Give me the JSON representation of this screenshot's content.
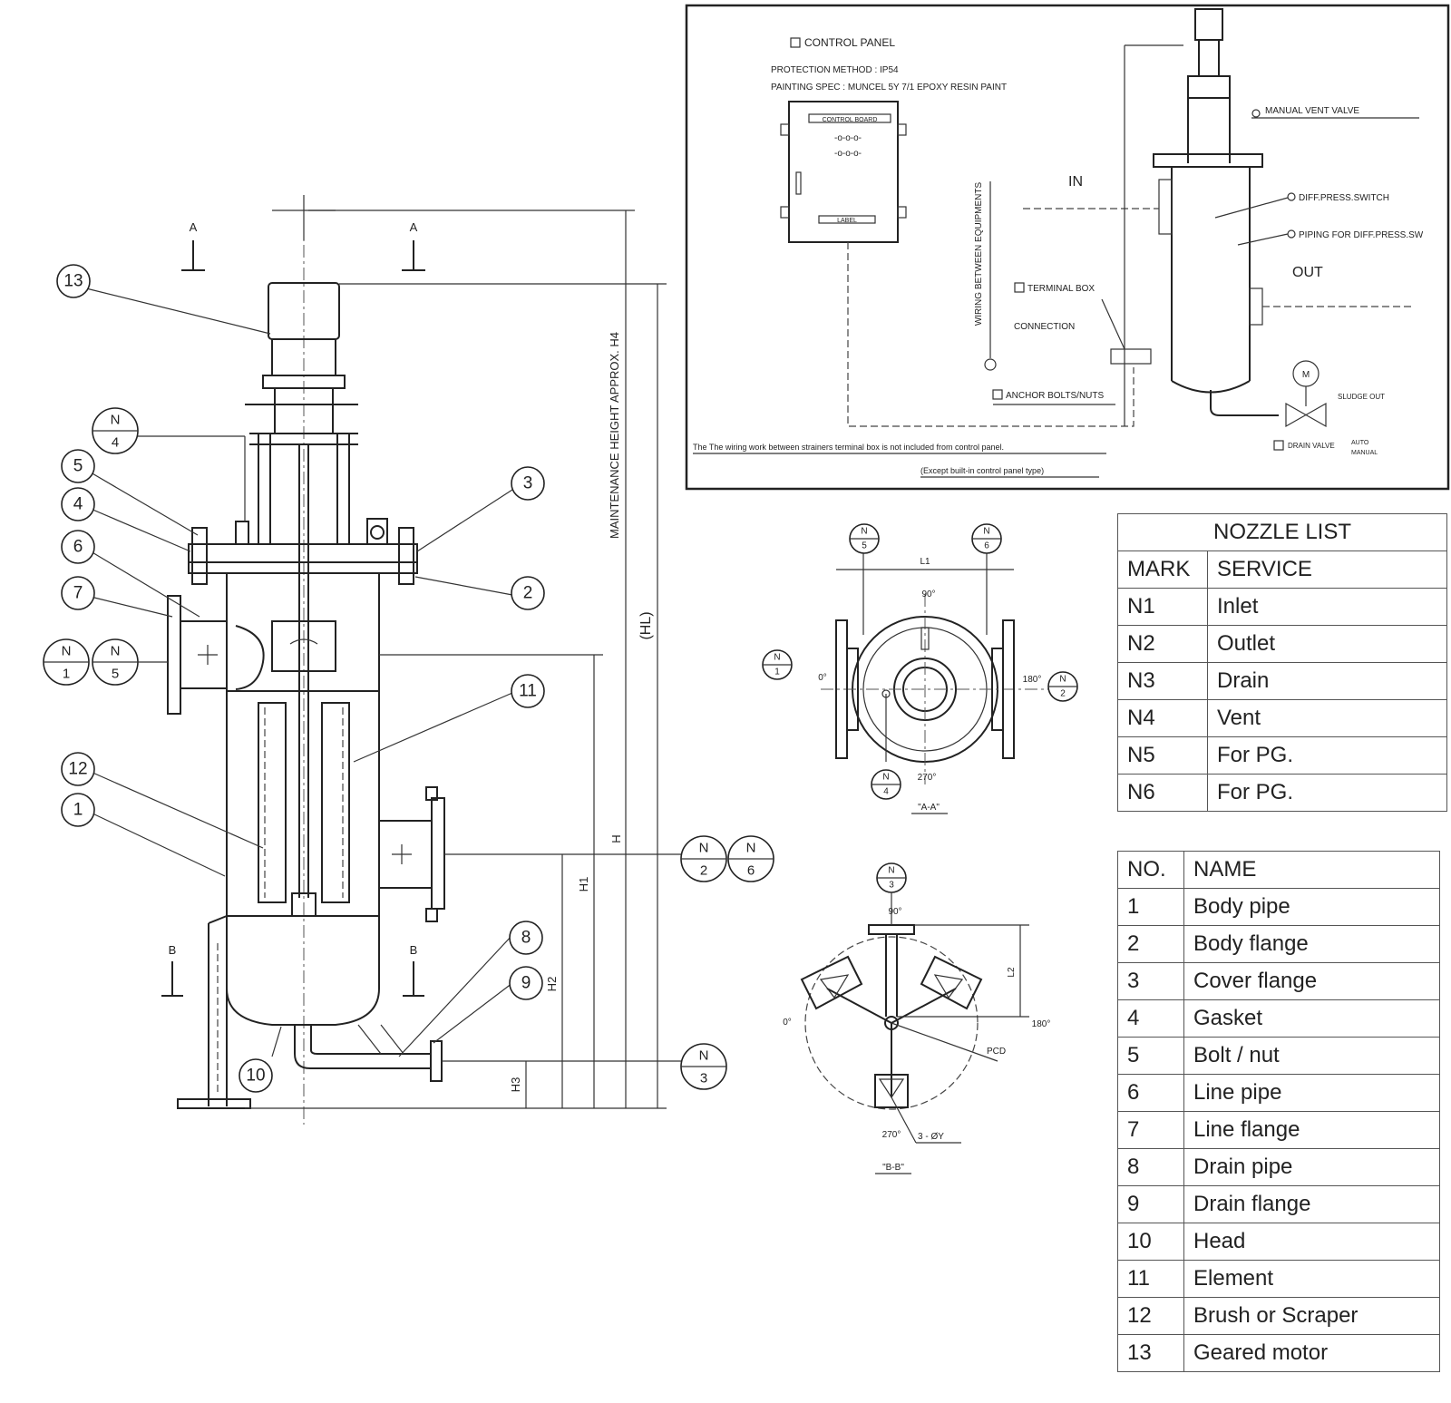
{
  "nozzle_list": {
    "title": "NOZZLE LIST",
    "col_mark": "MARK",
    "col_service": "SERVICE",
    "rows": [
      {
        "mark": "N1",
        "service": "Inlet"
      },
      {
        "mark": "N2",
        "service": "Outlet"
      },
      {
        "mark": "N3",
        "service": "Drain"
      },
      {
        "mark": "N4",
        "service": "Vent"
      },
      {
        "mark": "N5",
        "service": "For PG."
      },
      {
        "mark": "N6",
        "service": "For PG."
      }
    ]
  },
  "parts_list": {
    "col_no": "NO.",
    "col_name": "NAME",
    "rows": [
      {
        "no": "1",
        "name": "Body pipe"
      },
      {
        "no": "2",
        "name": "Body flange"
      },
      {
        "no": "3",
        "name": "Cover flange"
      },
      {
        "no": "4",
        "name": "Gasket"
      },
      {
        "no": "5",
        "name": "Bolt / nut"
      },
      {
        "no": "6",
        "name": "Line pipe"
      },
      {
        "no": "7",
        "name": "Line flange"
      },
      {
        "no": "8",
        "name": "Drain pipe"
      },
      {
        "no": "9",
        "name": "Drain flange"
      },
      {
        "no": "10",
        "name": "Head"
      },
      {
        "no": "11",
        "name": "Element"
      },
      {
        "no": "12",
        "name": "Brush or Scraper"
      },
      {
        "no": "13",
        "name": "Geared motor"
      }
    ]
  },
  "main_view": {
    "section_a": "A",
    "section_b": "B",
    "maint_label": "MAINTENANCE HEIGHT APPROX. H4",
    "hl_label": "(HL)",
    "h_label": "H",
    "h1_label": "H1",
    "h2_label": "H2",
    "h3_label": "H3",
    "callouts": [
      "1",
      "2",
      "3",
      "4",
      "5",
      "6",
      "7",
      "8",
      "9",
      "10",
      "11",
      "12",
      "13"
    ],
    "nozzles": {
      "n1": {
        "n": "N",
        "num": "1"
      },
      "n5": {
        "n": "N",
        "num": "5"
      },
      "n4": {
        "n": "N",
        "num": "4"
      },
      "n2": {
        "n": "N",
        "num": "2"
      },
      "n6": {
        "n": "N",
        "num": "6"
      },
      "n3": {
        "n": "N",
        "num": "3"
      }
    }
  },
  "view_aa": {
    "caption": "\"A-A\"",
    "deg_90": "90°",
    "deg_180": "180°",
    "deg_270": "270°",
    "deg_0": "0°",
    "width_label": "L1",
    "n5": {
      "n": "N",
      "num": "5"
    },
    "n6": {
      "n": "N",
      "num": "6"
    },
    "n1": {
      "n": "N",
      "num": "1"
    },
    "n2": {
      "n": "N",
      "num": "2"
    },
    "n4": {
      "n": "N",
      "num": "4"
    }
  },
  "view_bb": {
    "caption": "\"B-B\"",
    "deg_90": "90°",
    "deg_180": "180°",
    "deg_270": "270°",
    "deg_0": "0°",
    "l2": "L2",
    "pcd": "PCD",
    "bolts": "3 - ØY",
    "n3": {
      "n": "N",
      "num": "3"
    }
  },
  "schematic": {
    "control_panel": "CONTROL PANEL",
    "protection": "PROTECTION METHOD : IP54",
    "painting": "PAINTING SPEC : MUNCEL 5Y 7/1 EPOXY RESIN PAINT",
    "control_board": "CONTROL BOARD",
    "panel_label": "LABEL",
    "wiring": "WIRING BETWEEN EQUIPMENTS",
    "terminal_box": "TERMINAL BOX",
    "connection": "CONNECTION",
    "anchor": "ANCHOR BOLTS/NUTS",
    "manual_vent": "MANUAL VENT VALVE",
    "diff_switch": "DIFF.PRESS.SWITCH",
    "piping_diff": "PIPING FOR DIFF.PRESS.SW",
    "in": "IN",
    "out": "OUT",
    "m": "M",
    "slugout": "SLUDGE OUT",
    "drain_valve": "DRAIN VALVE",
    "auto": "AUTO",
    "manual": "MANUAL",
    "note1": "The The wiring work between strainers terminal box is not included from control panel.",
    "note2": "(Except built-in control panel type)"
  }
}
